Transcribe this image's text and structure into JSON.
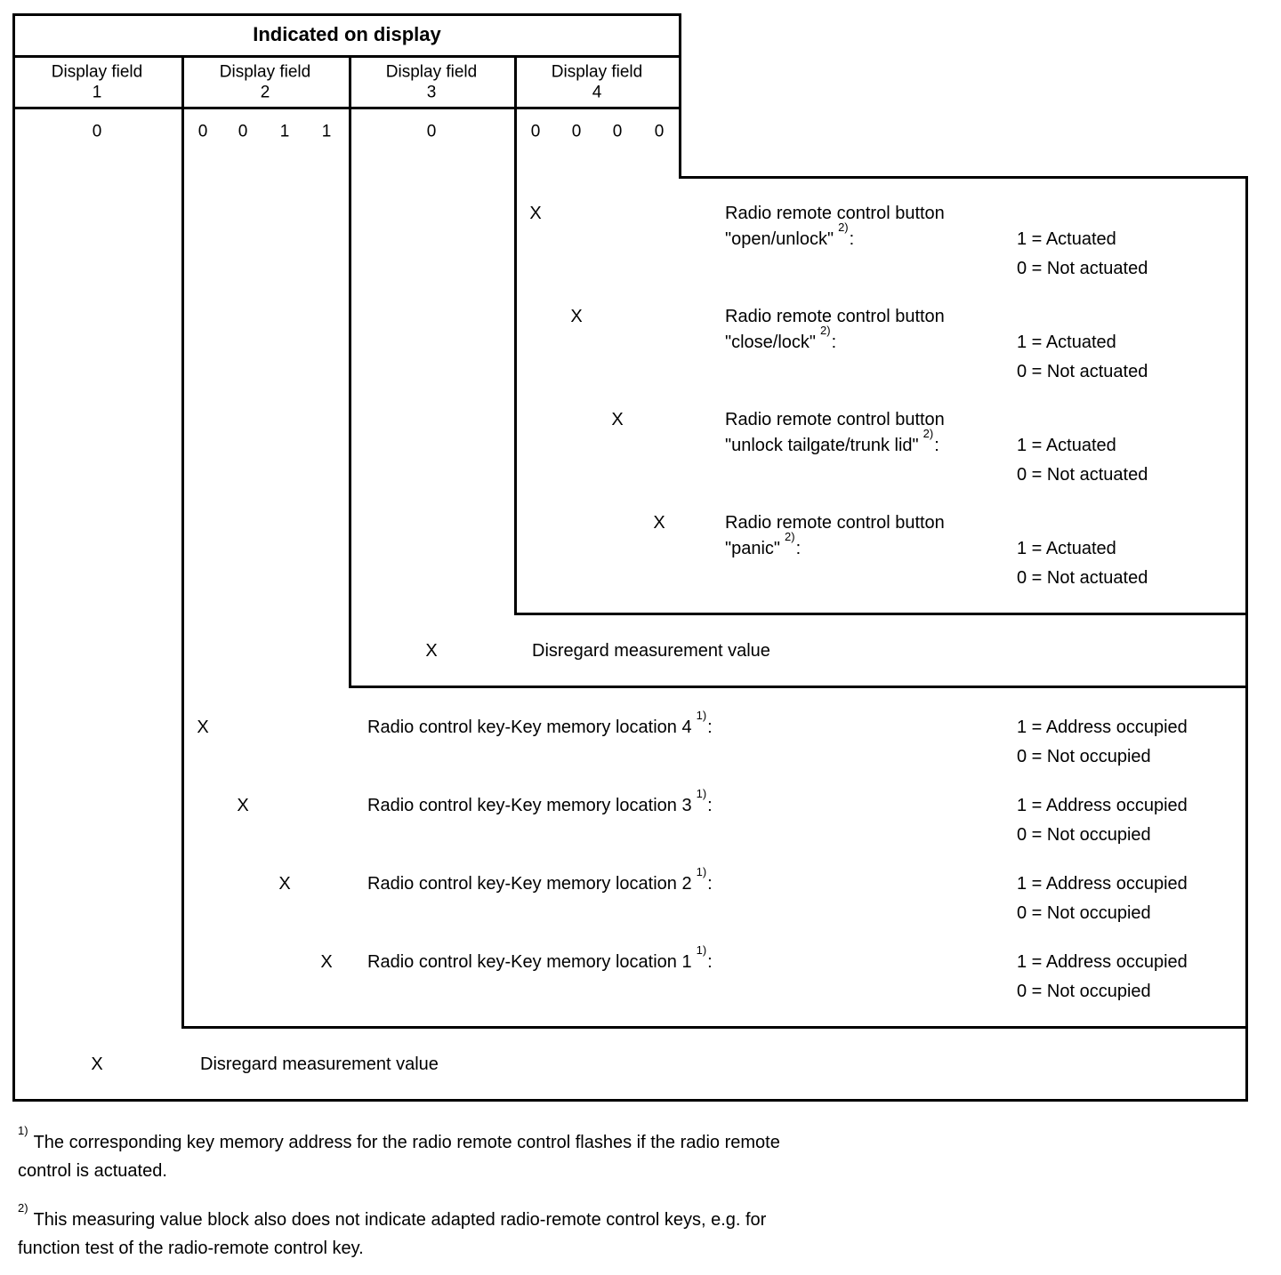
{
  "page": {
    "background": "#ffffff",
    "text_color": "#000000"
  },
  "table": {
    "title": "Indicated on display",
    "columns": [
      {
        "label_line1": "Display field",
        "label_line2": "1",
        "digits": [
          "0"
        ]
      },
      {
        "label_line1": "Display field",
        "label_line2": "2",
        "digits": [
          "0",
          "0",
          "1",
          "1"
        ]
      },
      {
        "label_line1": "Display field",
        "label_line2": "3",
        "digits": [
          "0"
        ]
      },
      {
        "label_line1": "Display field",
        "label_line2": "4",
        "digits": [
          "0",
          "0",
          "0",
          "0"
        ]
      }
    ]
  },
  "field4_rows": [
    {
      "x_marker": "X",
      "label_line1": "Radio remote control button",
      "label_quote": "\"open/unlock\"",
      "footnote_ref": "2)",
      "suffix": ":",
      "value_true": "1 = Actuated",
      "value_false": "0 = Not actuated"
    },
    {
      "x_marker": "X",
      "label_line1": "Radio remote control button",
      "label_quote": "\"close/lock\"",
      "footnote_ref": "2)",
      "suffix": ":",
      "value_true": "1 = Actuated",
      "value_false": "0 = Not actuated"
    },
    {
      "x_marker": "X",
      "label_line1": "Radio remote control button",
      "label_quote": "\"unlock tailgate/trunk lid\"",
      "footnote_ref": "2)",
      "suffix": ":",
      "value_true": "1 = Actuated",
      "value_false": "0 = Not actuated"
    },
    {
      "x_marker": "X",
      "label_line1": "Radio remote control button",
      "label_quote": "\"panic\"",
      "footnote_ref": "2)",
      "suffix": ":",
      "value_true": "1 = Actuated",
      "value_false": "0 = Not actuated"
    }
  ],
  "field3_row": {
    "x_marker": "X",
    "label": "Disregard measurement value"
  },
  "field2_rows": [
    {
      "x_marker": "X",
      "label": "Radio control key-Key memory location 4",
      "footnote_ref": "1)",
      "suffix": ":",
      "value_true": "1 = Address occupied",
      "value_false": "0 = Not occupied"
    },
    {
      "x_marker": "X",
      "label": "Radio control key-Key memory location 3",
      "footnote_ref": "1)",
      "suffix": ":",
      "value_true": "1 = Address occupied",
      "value_false": "0 = Not occupied"
    },
    {
      "x_marker": "X",
      "label": "Radio control key-Key memory location 2",
      "footnote_ref": "1)",
      "suffix": ":",
      "value_true": "1 = Address occupied",
      "value_false": "0 = Not occupied"
    },
    {
      "x_marker": "X",
      "label": "Radio control key-Key memory location 1",
      "footnote_ref": "1)",
      "suffix": ":",
      "value_true": "1 = Address occupied",
      "value_false": "0 = Not occupied"
    }
  ],
  "field1_row": {
    "x_marker": "X",
    "label": "Disregard measurement value"
  },
  "footnotes": [
    {
      "ref": "1)",
      "lines": [
        "The corresponding key memory address for the radio remote control flashes if the radio remote",
        "control is actuated."
      ]
    },
    {
      "ref": "2)",
      "lines": [
        "This measuring value block also does not indicate adapted radio-remote control keys, e.g. for",
        "function test of the radio-remote control key."
      ]
    }
  ]
}
